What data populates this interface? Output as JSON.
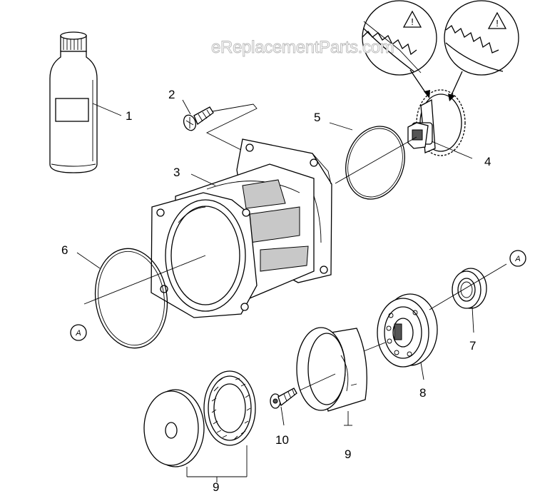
{
  "watermark": "eReplacementParts.com",
  "callouts": [
    {
      "id": "1",
      "text": "1"
    },
    {
      "id": "2",
      "text": "2"
    },
    {
      "id": "3",
      "text": "3"
    },
    {
      "id": "4",
      "text": "4"
    },
    {
      "id": "5",
      "text": "5"
    },
    {
      "id": "6",
      "text": "6"
    },
    {
      "id": "7",
      "text": "7"
    },
    {
      "id": "8",
      "text": "8"
    },
    {
      "id": "9a",
      "text": "9"
    },
    {
      "id": "9b",
      "text": "9"
    },
    {
      "id": "10",
      "text": "10"
    }
  ],
  "reference_marks": {
    "left": "A",
    "right": "A"
  },
  "warning_symbol": "!"
}
